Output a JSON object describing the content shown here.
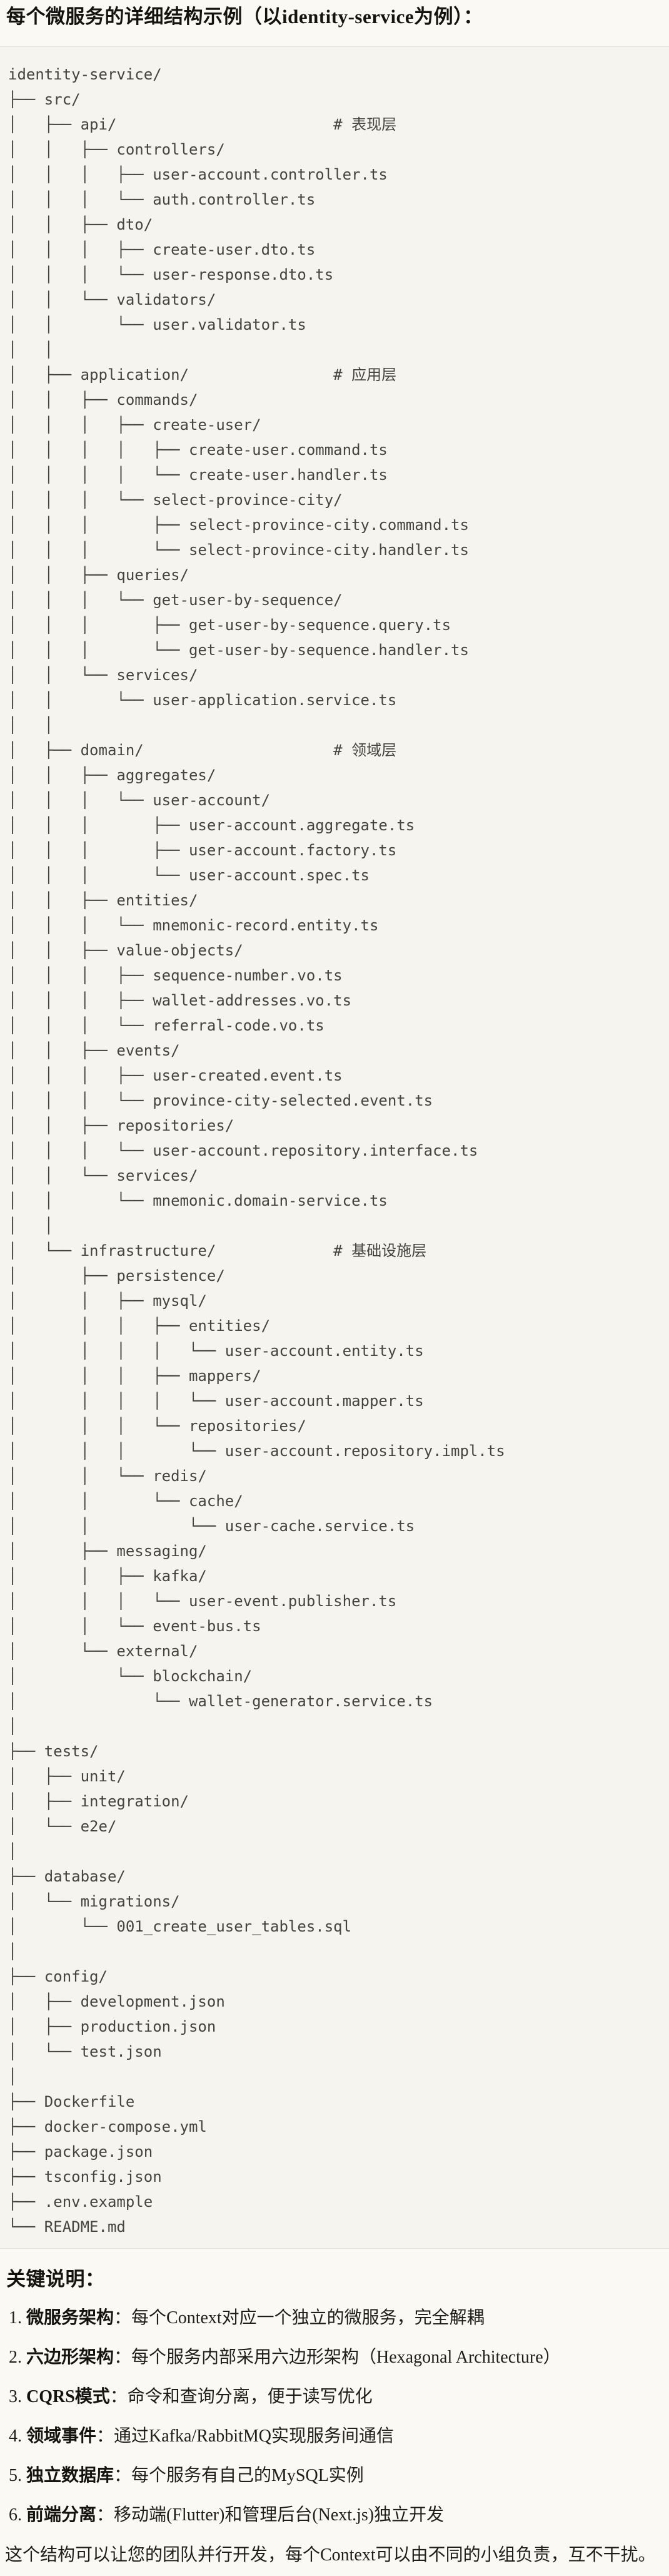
{
  "page": {
    "title": "每个微服务的详细结构示例（以identity-service为例）："
  },
  "code_block": {
    "root": "identity-service/",
    "layer_comments": [
      "# 表现层",
      "# 应用层",
      "# 领域层",
      "# 基础设施层"
    ],
    "lines": [
      "identity-service/",
      "├── src/",
      "│   ├── api/                        # 表现层",
      "│   │   ├── controllers/",
      "│   │   │   ├── user-account.controller.ts",
      "│   │   │   └── auth.controller.ts",
      "│   │   ├── dto/",
      "│   │   │   ├── create-user.dto.ts",
      "│   │   │   └── user-response.dto.ts",
      "│   │   └── validators/",
      "│   │       └── user.validator.ts",
      "│   │",
      "│   ├── application/                # 应用层",
      "│   │   ├── commands/",
      "│   │   │   ├── create-user/",
      "│   │   │   │   ├── create-user.command.ts",
      "│   │   │   │   └── create-user.handler.ts",
      "│   │   │   └── select-province-city/",
      "│   │   │       ├── select-province-city.command.ts",
      "│   │   │       └── select-province-city.handler.ts",
      "│   │   ├── queries/",
      "│   │   │   └── get-user-by-sequence/",
      "│   │   │       ├── get-user-by-sequence.query.ts",
      "│   │   │       └── get-user-by-sequence.handler.ts",
      "│   │   └── services/",
      "│   │       └── user-application.service.ts",
      "│   │",
      "│   ├── domain/                     # 领域层",
      "│   │   ├── aggregates/",
      "│   │   │   └── user-account/",
      "│   │   │       ├── user-account.aggregate.ts",
      "│   │   │       ├── user-account.factory.ts",
      "│   │   │       └── user-account.spec.ts",
      "│   │   ├── entities/",
      "│   │   │   └── mnemonic-record.entity.ts",
      "│   │   ├── value-objects/",
      "│   │   │   ├── sequence-number.vo.ts",
      "│   │   │   ├── wallet-addresses.vo.ts",
      "│   │   │   └── referral-code.vo.ts",
      "│   │   ├── events/",
      "│   │   │   ├── user-created.event.ts",
      "│   │   │   └── province-city-selected.event.ts",
      "│   │   ├── repositories/",
      "│   │   │   └── user-account.repository.interface.ts",
      "│   │   └── services/",
      "│   │       └── mnemonic.domain-service.ts",
      "│   │",
      "│   └── infrastructure/             # 基础设施层",
      "│       ├── persistence/",
      "│       │   ├── mysql/",
      "│       │   │   ├── entities/",
      "│       │   │   │   └── user-account.entity.ts",
      "│       │   │   ├── mappers/",
      "│       │   │   │   └── user-account.mapper.ts",
      "│       │   │   └── repositories/",
      "│       │   │       └── user-account.repository.impl.ts",
      "│       │   └── redis/",
      "│       │       └── cache/",
      "│       │           └── user-cache.service.ts",
      "│       ├── messaging/",
      "│       │   ├── kafka/",
      "│       │   │   └── user-event.publisher.ts",
      "│       │   └── event-bus.ts",
      "│       └── external/",
      "│           └── blockchain/",
      "│               └── wallet-generator.service.ts",
      "│",
      "├── tests/",
      "│   ├── unit/",
      "│   ├── integration/",
      "│   └── e2e/",
      "│",
      "├── database/",
      "│   └── migrations/",
      "│       └── 001_create_user_tables.sql",
      "│",
      "├── config/",
      "│   ├── development.json",
      "│   ├── production.json",
      "│   └── test.json",
      "│",
      "├── Dockerfile",
      "├── docker-compose.yml",
      "├── package.json",
      "├── tsconfig.json",
      "├── .env.example",
      "└── README.md"
    ]
  },
  "notes": {
    "heading": "关键说明：",
    "separator": "：",
    "items": [
      {
        "num": "1.",
        "label": "微服务架构",
        "text": "每个Context对应一个独立的微服务，完全解耦"
      },
      {
        "num": "2.",
        "label": "六边形架构",
        "text": "每个服务内部采用六边形架构（Hexagonal Architecture）"
      },
      {
        "num": "3.",
        "label": "CQRS模式",
        "text": "命令和查询分离，便于读写优化"
      },
      {
        "num": "4.",
        "label": "领域事件",
        "text": "通过Kafka/RabbitMQ实现服务间通信"
      },
      {
        "num": "5.",
        "label": "独立数据库",
        "text": "每个服务有自己的MySQL实例"
      },
      {
        "num": "6.",
        "label": "前端分离",
        "text": "移动端(Flutter)和管理后台(Next.js)独立开发"
      }
    ],
    "footer": "这个结构可以让您的团队并行开发，每个Context可以由不同的小组负责，互不干扰。"
  },
  "colors": {
    "page_background": "#FAF9F3",
    "code_background": "#F5F4EE",
    "code_border": "#E5E3D9",
    "code_text": "#454540",
    "body_text": "#1F1E1A",
    "heading_text": "#141310"
  }
}
